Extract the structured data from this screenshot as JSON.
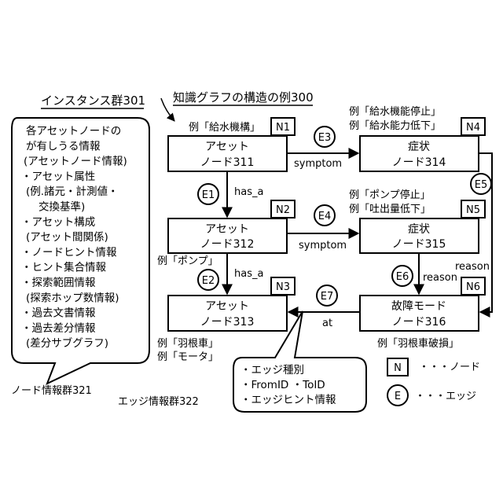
{
  "labels": {
    "instance_group": "インスタンス群301",
    "kg_example": "知識グラフの構造の例300",
    "node_info_group": "ノード情報群321",
    "edge_info_group": "エッジ情報群322"
  },
  "node_info_callout": [
    "各アセットノードの",
    "が有しうる情報",
    "(アセットノード情報)",
    "・アセット属性",
    "(例.諸元・計測値・",
    "交換基準)",
    "・アセット構成",
    "(アセット間関係)",
    "・ノードヒント情報",
    "・ヒント集合情報",
    "・探索範囲情報",
    "(探索ホップ数情報)",
    "・過去文書情報",
    "・過去差分情報",
    "(差分サブグラフ)"
  ],
  "edge_info_callout": [
    "・エッジ種別",
    "・FromID ・ToID",
    "・エッジヒント情報"
  ],
  "nodes": {
    "n1": {
      "line1": "アセット",
      "line2": "ノード311",
      "tag": "N1",
      "example": "例「給水機構」"
    },
    "n2": {
      "line1": "アセット",
      "line2": "ノード312",
      "tag": "N2",
      "example": "例「ポンプ」"
    },
    "n3": {
      "line1": "アセット",
      "line2": "ノード313",
      "tag": "N3",
      "example1": "例「羽根車」",
      "example2": "例「モータ」"
    },
    "n4": {
      "line1": "症状",
      "line2": "ノード314",
      "tag": "N4",
      "example1": "例「給水機能停止」",
      "example2": "例「給水能力低下」"
    },
    "n5": {
      "line1": "症状",
      "line2": "ノード315",
      "tag": "N5",
      "example1": "例「ポンプ停止」",
      "example2": "例「吐出量低下」"
    },
    "n6": {
      "line1": "故障モード",
      "line2": "ノード316",
      "tag": "N6",
      "example": "例「羽根車破損」"
    }
  },
  "edges": {
    "e1": {
      "tag": "E1",
      "label": "has_a"
    },
    "e2": {
      "tag": "E2",
      "label": "has_a"
    },
    "e3": {
      "tag": "E3",
      "label": "symptom"
    },
    "e4": {
      "tag": "E4",
      "label": "symptom"
    },
    "e5": {
      "tag": "E5",
      "label": "reason"
    },
    "e6": {
      "tag": "E6",
      "label": "reason"
    },
    "e7": {
      "tag": "E7",
      "label": "at"
    }
  },
  "legend": {
    "node_symbol": "N",
    "node_text": "・・・ノード",
    "edge_symbol": "E",
    "edge_text": "・・・エッジ"
  }
}
